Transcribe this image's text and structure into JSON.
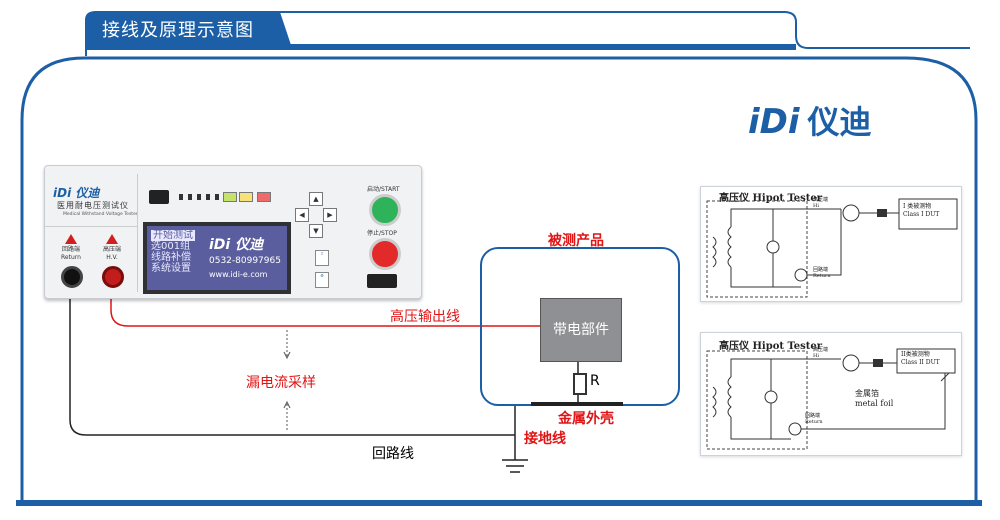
{
  "header": {
    "title": "接线及原理示意图"
  },
  "brand": {
    "logo": "iDi",
    "name": "仪迪"
  },
  "colors": {
    "accent": "#1c5fa6",
    "frame": "#1c5fa6",
    "wire_red": "#e01515"
  },
  "device": {
    "logo": "iDi 仪迪",
    "name": "医用耐电压测试仪",
    "name_en": "Medical Withstand Voltage Tester",
    "terminal_return": {
      "cn": "回路端",
      "en": "Return"
    },
    "terminal_hv": {
      "cn": "高压端",
      "en": "H.V."
    },
    "start_label": "启动/START",
    "stop_label": "停止/STOP",
    "lcd": {
      "menu": [
        "开始测试",
        "选001组",
        "线路补偿",
        "系统设置"
      ],
      "logo": "iDi 仪迪",
      "phone": "0532-80997965",
      "website": "www.idi-e.com"
    }
  },
  "diagram": {
    "dut_label": "被测产品",
    "live_part": "带电部件",
    "resistor": "R",
    "metal_case": "金属外壳",
    "hv_line": "高压输出线",
    "leakage_sampling": "漏电流采样",
    "return_line": "回路线",
    "ground_line": "接地线"
  },
  "schematic_class1": {
    "title": "高压仪 Hipot Tester",
    "hi_label": "高压端\nHi",
    "return_label": "回路端\nReturn",
    "dut": "I 类被测物\nClass I DUT"
  },
  "schematic_class2": {
    "title": "高压仪 Hipot Tester",
    "hi_label": "高压端\nHi",
    "return_label": "回路端\nReturn",
    "dut": "II类被测物\nClass II DUT",
    "foil": "金属箔\nmetal foil"
  }
}
